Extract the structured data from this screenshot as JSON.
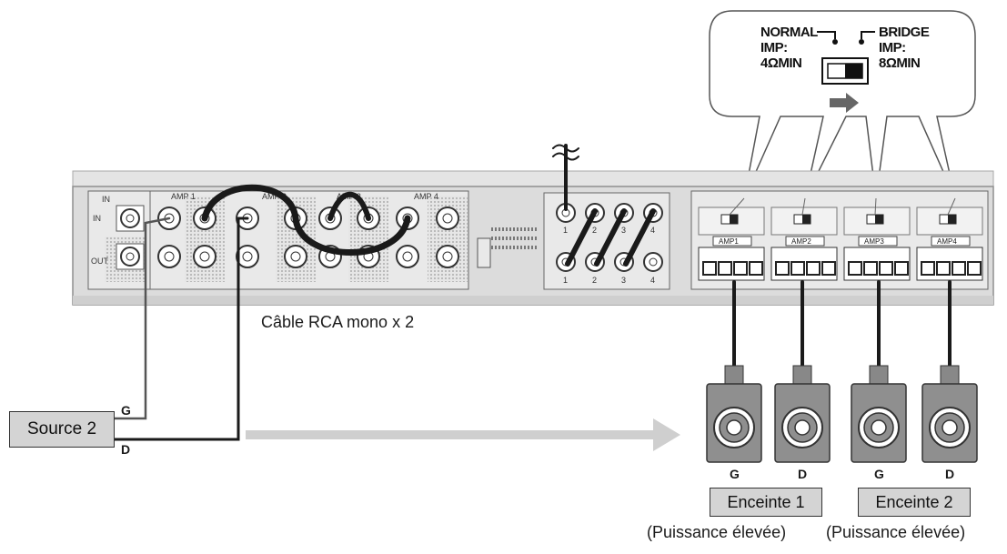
{
  "switch_callout": {
    "normal_label": "NORMAL",
    "normal_imp": "IMP:",
    "normal_value": "4ΩMIN",
    "bridge_label": "BRIDGE",
    "bridge_imp": "IMP:",
    "bridge_value": "8ΩMIN"
  },
  "panel": {
    "amp_labels": [
      "AMP 1",
      "AMP 2",
      "AMP 3",
      "AMP 4"
    ],
    "in_label": "IN",
    "out_label": "OUT",
    "subout_numbers": [
      "1",
      "2",
      "3",
      "4"
    ],
    "amp_tags": [
      "AMP1",
      "AMP2",
      "AMP3",
      "AMP4"
    ]
  },
  "cable_caption": "Câble RCA mono x 2",
  "source": {
    "label": "Source 2",
    "left_tag": "G",
    "right_tag": "D"
  },
  "speakers": [
    {
      "left_tag": "G",
      "right_tag": "D",
      "name": "Enceinte 1",
      "note": "(Puissance élevée)"
    },
    {
      "left_tag": "G",
      "right_tag": "D",
      "name": "Enceinte 2",
      "note": "(Puissance élevée)"
    }
  ],
  "colors": {
    "panel": "#dcdcdc",
    "panel_edge": "#9a9a9a",
    "cable": "#1a1a1a",
    "arrow": "#cfcfcf",
    "speaker_body": "#8f8f8f",
    "box_fill": "#d4d4d4"
  }
}
